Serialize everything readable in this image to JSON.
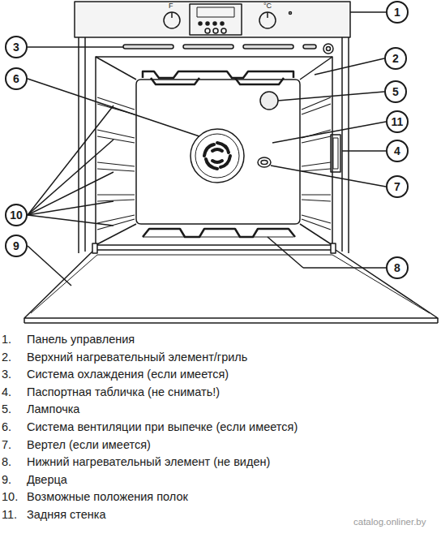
{
  "diagram": {
    "nodes": [
      {
        "text": [
          "1"
        ]
      },
      {
        "text": [
          "2"
        ]
      },
      {
        "text": [
          "3"
        ]
      },
      {
        "text": [
          "4"
        ]
      },
      {
        "text": [
          "5"
        ]
      },
      {
        "text": [
          "6"
        ]
      },
      {
        "text": [
          "7"
        ]
      },
      {
        "text": [
          "8"
        ]
      },
      {
        "text": [
          "9"
        ]
      },
      {
        "text": [
          "10"
        ]
      },
      {
        "text": [
          "11"
        ]
      }
    ],
    "labels": [
      "F",
      "°C",
      "1.",
      "Панель управления",
      "2.",
      "Верхний нагревательный элемент/гриль",
      "3.",
      "Система охлаждения (если имеется)",
      "4.",
      "Паспортная табличка (не снимать!)",
      "5.",
      "Лампочка",
      "6.",
      "Система вентиляции при выпечке (если имеется)",
      "7.",
      "Вертел (если имеется)",
      "8.",
      "Нижний нагревательный элемент (не виден)",
      "9.",
      "Дверца",
      "10.",
      "Возможные положения полок",
      "11.",
      "Задняя стенка",
      "catalog.onliner.by"
    ]
  }
}
